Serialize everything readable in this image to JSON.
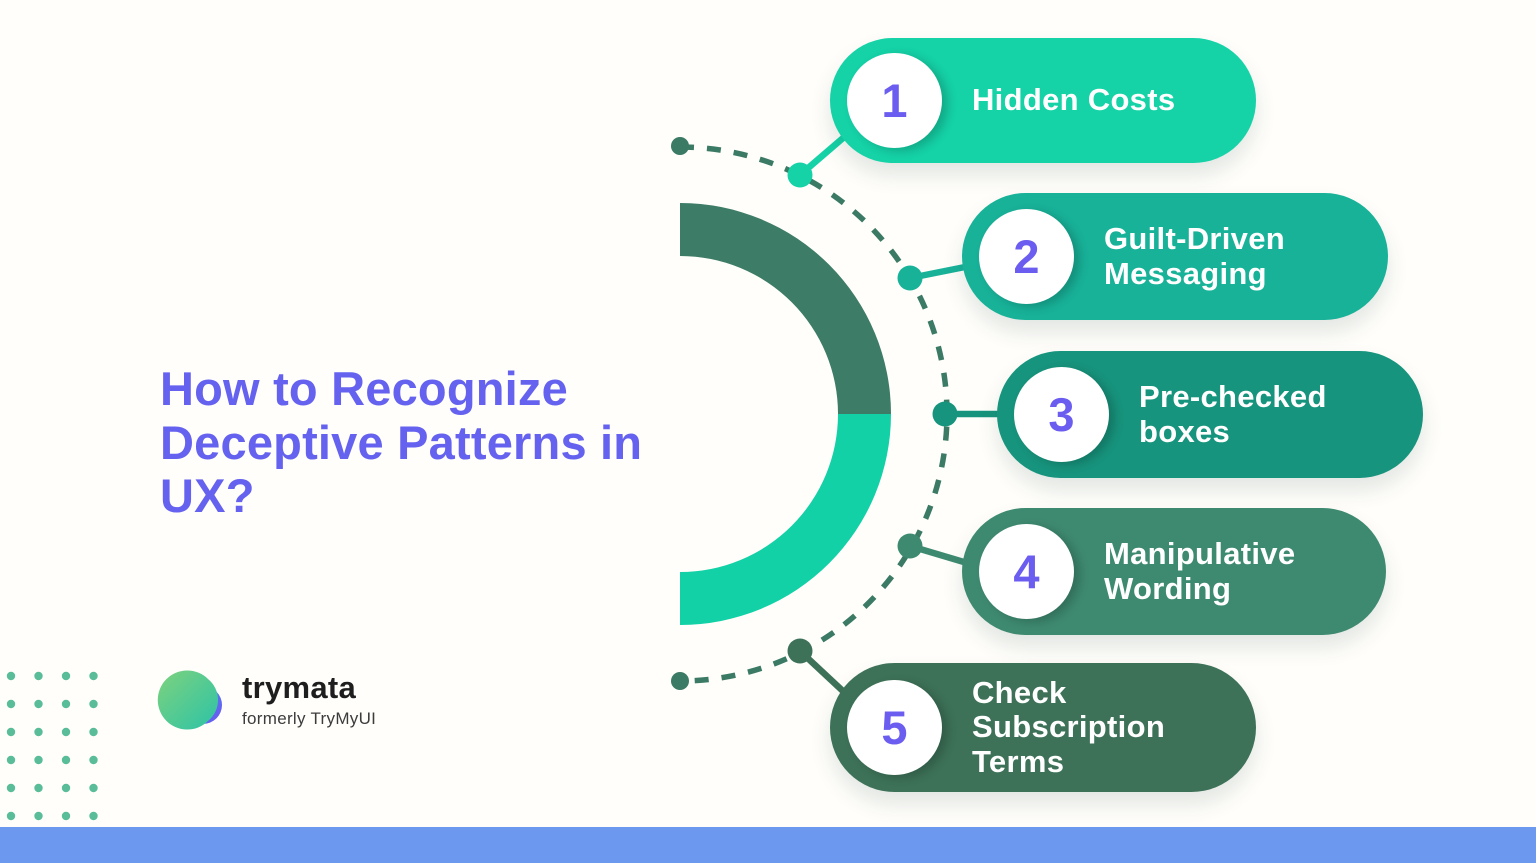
{
  "title": {
    "display": "How to Recognize\nDeceptive Patterns in\nUX?"
  },
  "steps": [
    {
      "number": "1",
      "label": "Hidden Costs",
      "color": "#15d2a7"
    },
    {
      "number": "2",
      "label": "Guilt-Driven\nMessaging",
      "color": "#18b299"
    },
    {
      "number": "3",
      "label": "Pre-checked\nboxes",
      "color": "#17947d"
    },
    {
      "number": "4",
      "label": "Manipulative\nWording",
      "color": "#3e8a70"
    },
    {
      "number": "5",
      "label": "Check\nSubscription\nTerms",
      "color": "#3d7258"
    }
  ],
  "logo": {
    "name": "trymata",
    "tagline": "formerly TryMyUI"
  },
  "colors": {
    "title": "#6562ef",
    "number": "#6b5df0",
    "arc_dark": "#3d7c67",
    "arc_bright": "#12d1a6",
    "dashed": "#3b7a64",
    "dot_grid": "#58bd98",
    "footer_bar": "#6c98f0",
    "logo_green_start": "#7ed27d",
    "logo_green_end": "#2cc3a7",
    "logo_blue_start": "#3f9bf5",
    "logo_blue_end": "#6f52ee"
  }
}
